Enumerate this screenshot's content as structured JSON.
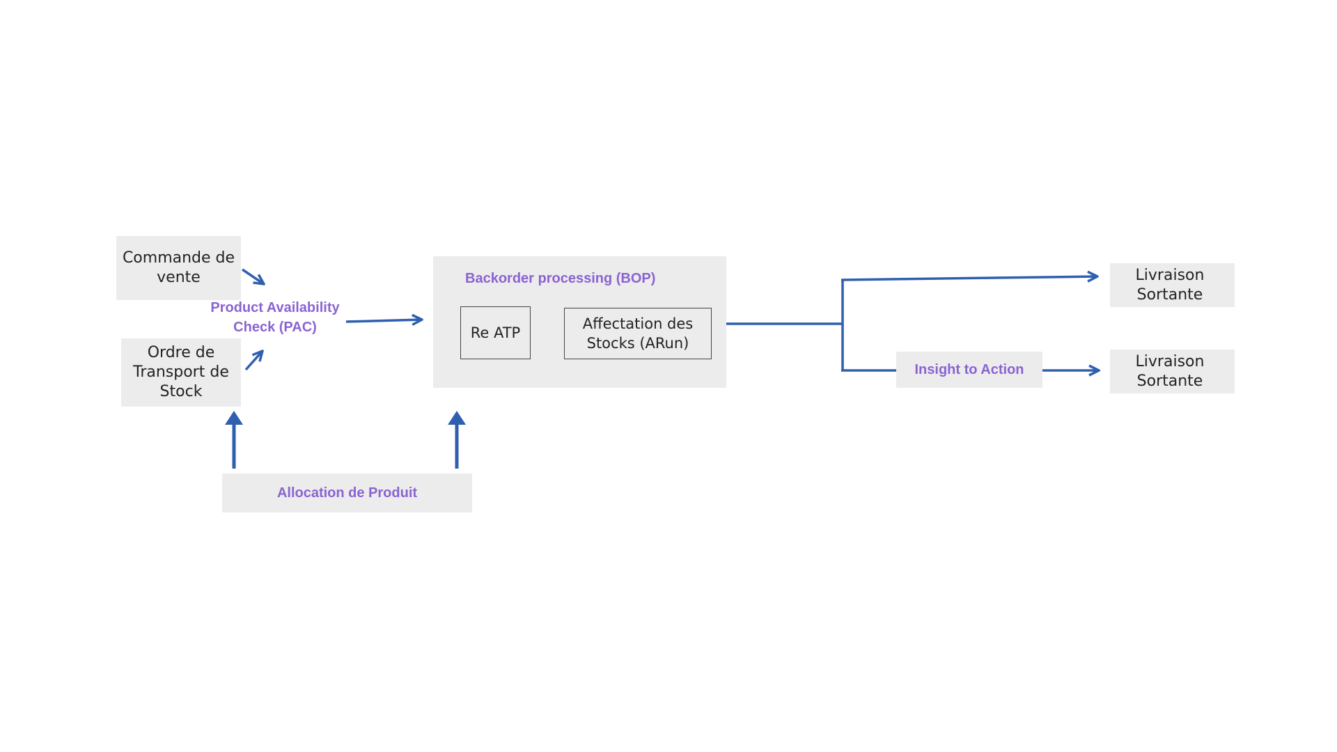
{
  "diagram": {
    "nodes": {
      "commande_vente": "Commande de\nvente",
      "ordre_transport": "Ordre de\nTransport de\nStock",
      "pac": "Product Availability\nCheck (PAC)",
      "bop_title": "Backorder processing (BOP)",
      "re_atp": "Re ATP",
      "affectation": "Affectation des\nStocks (ARun)",
      "insight": "Insight to Action",
      "livraison_1": "Livraison\nSortante",
      "livraison_2": "Livraison\nSortante",
      "allocation": "Allocation de Produit"
    },
    "colors": {
      "box_fill": "#ececec",
      "arrow": "#2f5fae",
      "label_accent": "#8a63d2",
      "text": "#222222"
    }
  }
}
